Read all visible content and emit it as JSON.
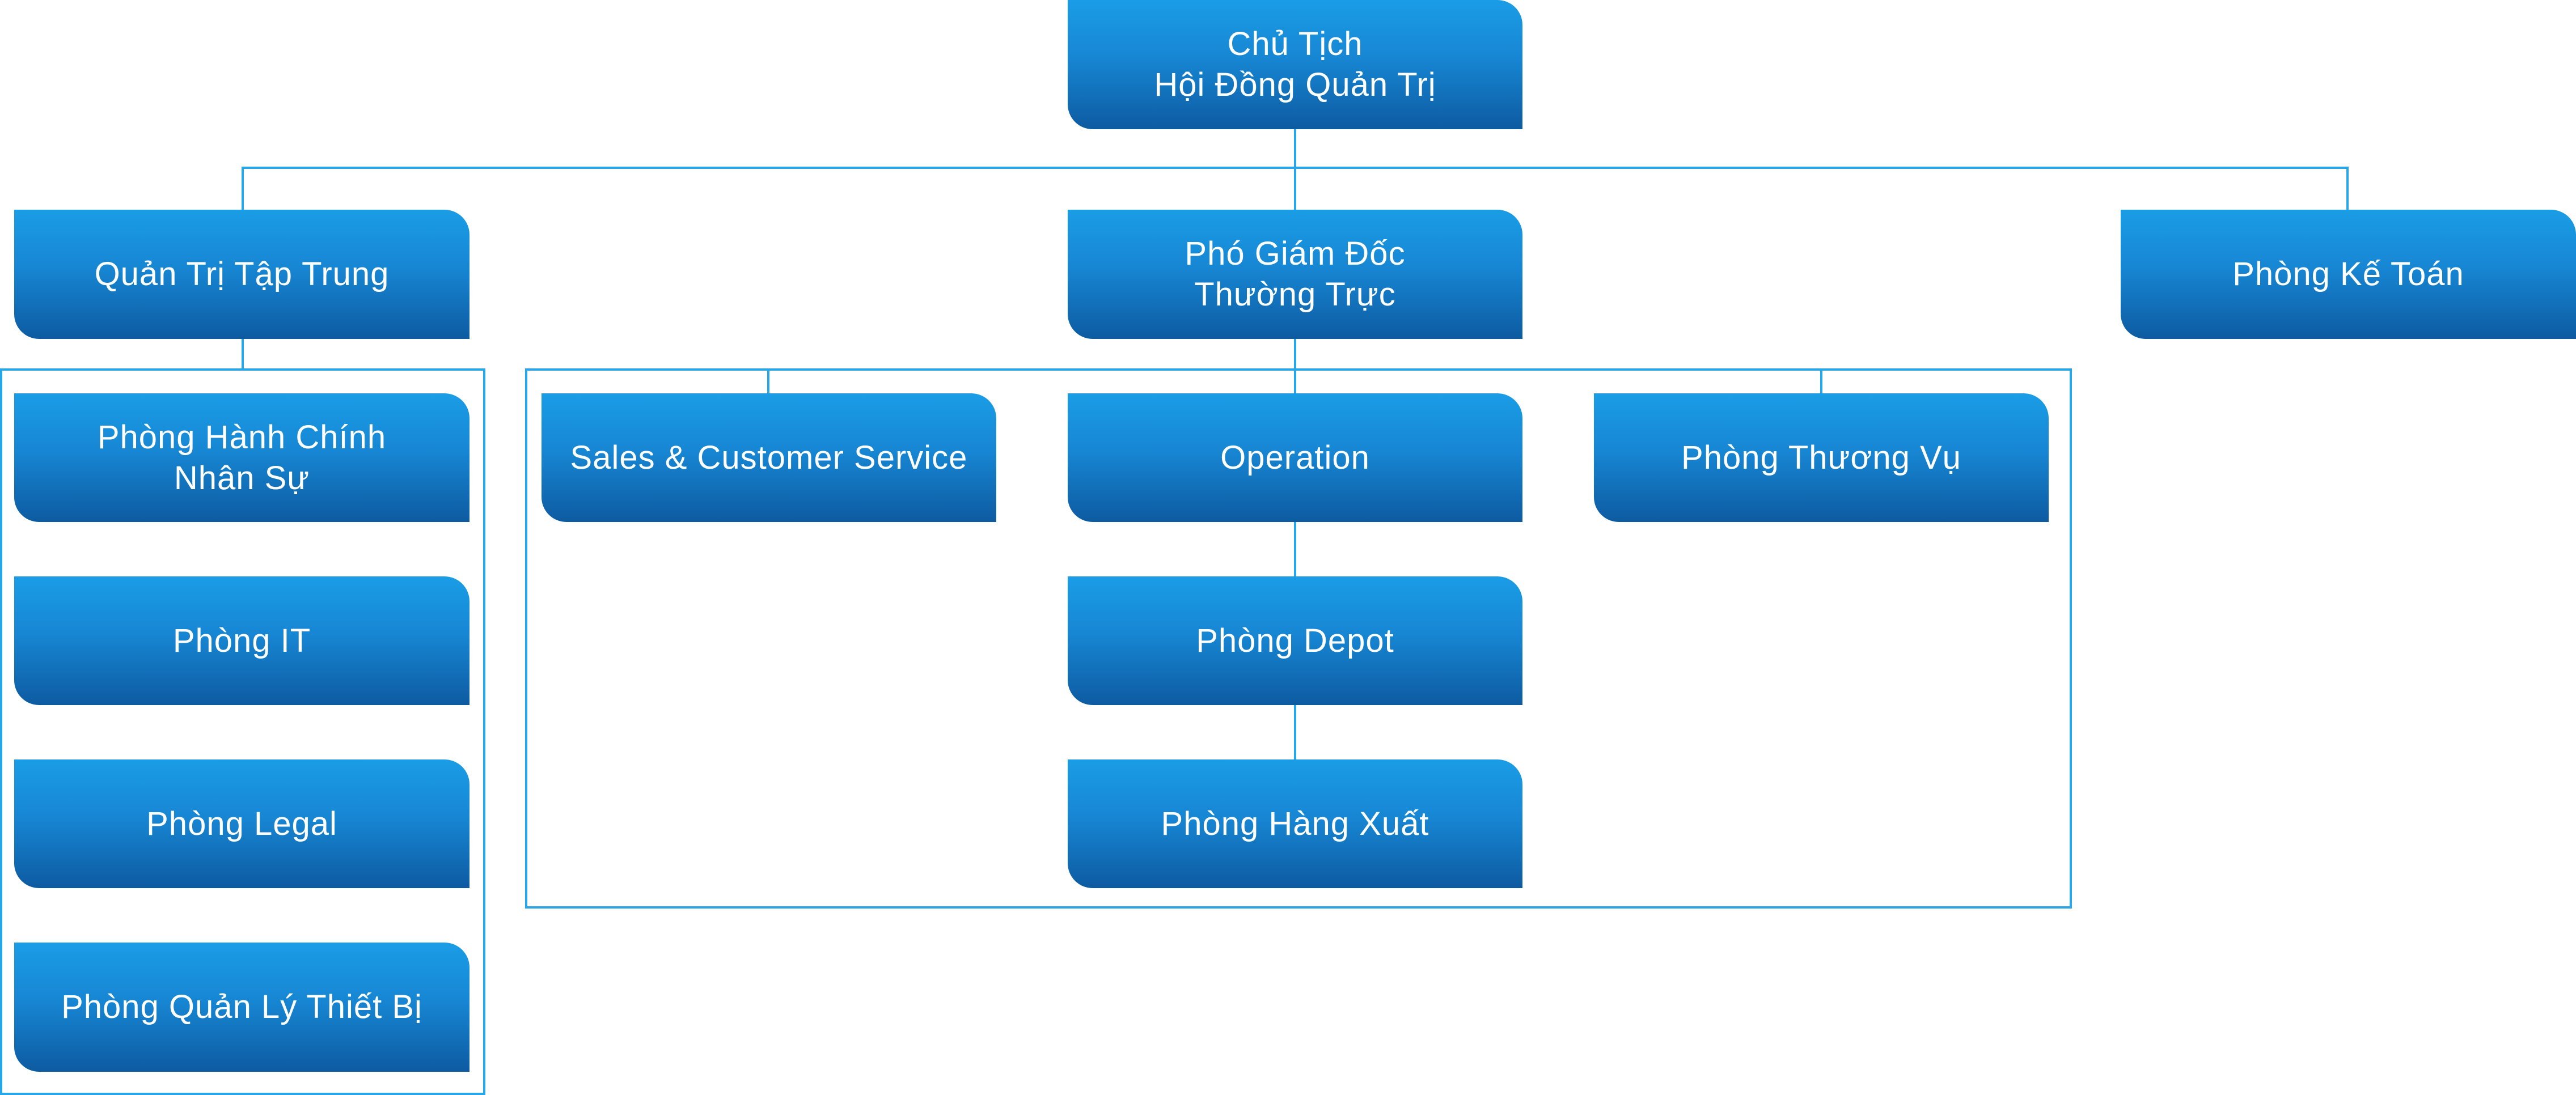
{
  "org_chart": {
    "chairman": "Chủ Tịch\nHội Đồng Quản Trị",
    "central_admin": "Quản Trị Tập Trung",
    "deputy_director": "Phó Giám Đốc\nThường Trực",
    "accounting": "Phòng Kế Toán",
    "hr": "Phòng Hành Chính\nNhân Sự",
    "it": "Phòng IT",
    "legal": "Phòng Legal",
    "equipment": "Phòng Quản Lý Thiết Bị",
    "sales": "Sales & Customer Service",
    "operation": "Operation",
    "commerce": "Phòng Thương Vụ",
    "depot": "Phòng Depot",
    "export": "Phòng Hàng Xuất"
  },
  "colors": {
    "box_top": "#1a9de6",
    "box_bottom": "#0d5ba1",
    "connector": "#27a6e8"
  }
}
